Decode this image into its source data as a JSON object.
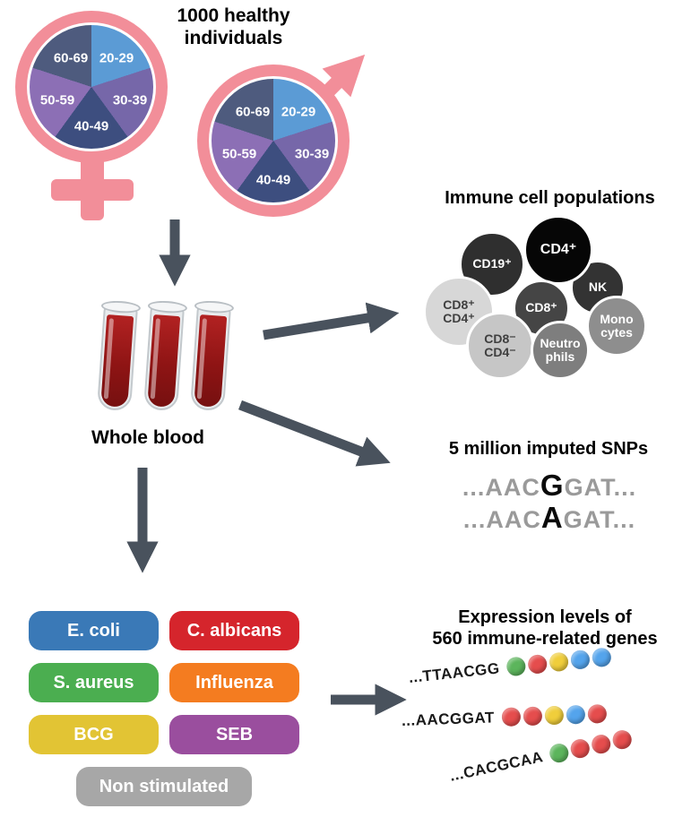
{
  "title": "1000 healthy\nindividuals",
  "theme": {
    "arrow_color": "#49525D",
    "symbol_pink": "#F28E99"
  },
  "demographics": {
    "age_groups": [
      "20-29",
      "30-39",
      "40-49",
      "50-59",
      "60-69"
    ],
    "pie_colors": [
      "#5B9BD5",
      "#7667A9",
      "#3D4E7F",
      "#8C6FB5",
      "#4E5B7E"
    ],
    "groups": [
      "female",
      "male"
    ]
  },
  "whole_blood": {
    "label": "Whole blood"
  },
  "immune_cells": {
    "heading": "Immune cell populations",
    "cells": [
      {
        "label": "CD19⁺",
        "bg": "#2F2F2F",
        "fg": "#FFFFFF"
      },
      {
        "label": "NK",
        "bg": "#333333",
        "fg": "#FFFFFF"
      },
      {
        "label": "CD4⁺",
        "bg": "#060606",
        "fg": "#FFFFFF"
      },
      {
        "label": "CD8⁺\nCD4⁺",
        "bg": "#D7D7D7",
        "fg": "#3F3F3F"
      },
      {
        "label": "Mono\ncytes",
        "bg": "#8E8E8E",
        "fg": "#FFFFFF"
      },
      {
        "label": "CD8⁺",
        "bg": "#454545",
        "fg": "#FFFFFF"
      },
      {
        "label": "CD8⁻\nCD4⁻",
        "bg": "#C6C6C6",
        "fg": "#3F3F3F"
      },
      {
        "label": "Neutro\nphils",
        "bg": "#7E7E7E",
        "fg": "#FFFFFF"
      }
    ]
  },
  "snps": {
    "heading": "5 million imputed SNPs",
    "sequences": [
      {
        "pre": "...AAC",
        "allele": "G",
        "post": "GAT..."
      },
      {
        "pre": "...AAC",
        "allele": "A",
        "post": "GAT..."
      }
    ]
  },
  "stimuli": {
    "items": [
      {
        "label": "E. coli",
        "color": "#3A79B7"
      },
      {
        "label": "C. albicans",
        "color": "#D5252C"
      },
      {
        "label": "S. aureus",
        "color": "#4BAE50"
      },
      {
        "label": "Influenza",
        "color": "#F47C20"
      },
      {
        "label": "BCG",
        "color": "#E2C434"
      },
      {
        "label": "SEB",
        "color": "#9A4E9E"
      },
      {
        "label": "Non stimulated",
        "color": "#A7A7A7"
      }
    ]
  },
  "expression": {
    "heading": "Expression levels of\n560 immune-related genes",
    "bead_colors": {
      "green": "#5CB55C",
      "red": "#E54D4D",
      "yellow": "#F0CE3B",
      "blue": "#54A4EC"
    },
    "rows": [
      {
        "sequence": "...TTAACGG",
        "beads": [
          "green",
          "red",
          "yellow",
          "blue",
          "blue"
        ]
      },
      {
        "sequence": "...AACGGAT",
        "beads": [
          "red",
          "red",
          "yellow",
          "blue",
          "red"
        ]
      },
      {
        "sequence": "...CACGCAA",
        "beads": [
          "green",
          "red",
          "red",
          "red"
        ]
      }
    ]
  }
}
